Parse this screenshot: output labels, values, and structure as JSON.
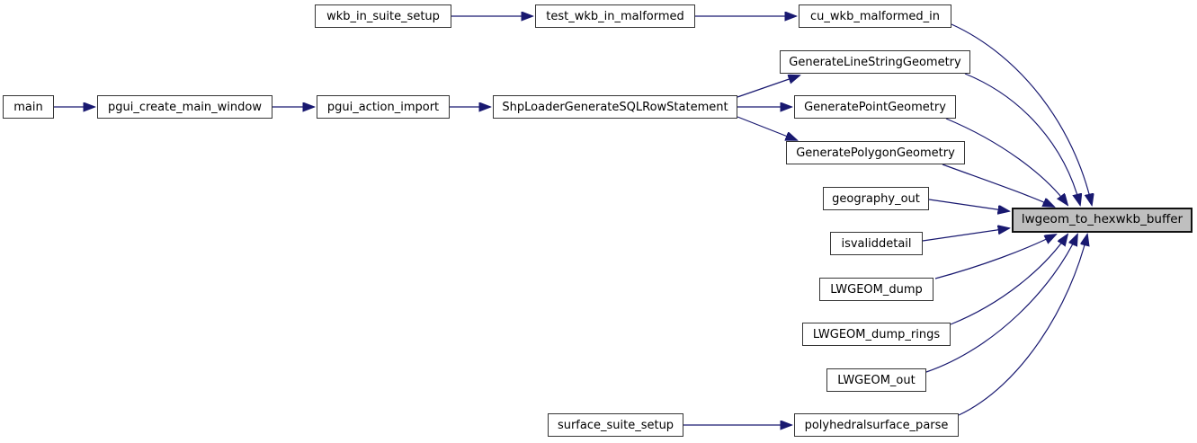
{
  "diagram": {
    "kind": "doxygen-call-graph",
    "focus_function": "lwgeom_to_hexwkb_buffer"
  },
  "colors": {
    "edge": "#191970",
    "node_border": "#353535",
    "node_fill": "#ffffff",
    "focus_fill": "#bfbfbf",
    "focus_border": "#111111",
    "text": "#000000",
    "background": "#ffffff"
  },
  "nodes": [
    {
      "id": "wkb_in_suite_setup",
      "label": "wkb_in_suite_setup"
    },
    {
      "id": "test_wkb_in_malformed",
      "label": "test_wkb_in_malformed"
    },
    {
      "id": "cu_wkb_malformed_in",
      "label": "cu_wkb_malformed_in"
    },
    {
      "id": "main",
      "label": "main"
    },
    {
      "id": "pgui_create_main_window",
      "label": "pgui_create_main_window"
    },
    {
      "id": "pgui_action_import",
      "label": "pgui_action_import"
    },
    {
      "id": "ShpLoaderGenerateSQLRowStatement",
      "label": "ShpLoaderGenerateSQLRowStatement"
    },
    {
      "id": "GenerateLineStringGeometry",
      "label": "GenerateLineStringGeometry"
    },
    {
      "id": "GeneratePointGeometry",
      "label": "GeneratePointGeometry"
    },
    {
      "id": "GeneratePolygonGeometry",
      "label": "GeneratePolygonGeometry"
    },
    {
      "id": "geography_out",
      "label": "geography_out"
    },
    {
      "id": "isvaliddetail",
      "label": "isvaliddetail"
    },
    {
      "id": "LWGEOM_dump",
      "label": "LWGEOM_dump"
    },
    {
      "id": "LWGEOM_dump_rings",
      "label": "LWGEOM_dump_rings"
    },
    {
      "id": "LWGEOM_out",
      "label": "LWGEOM_out"
    },
    {
      "id": "polyhedralsurface_parse",
      "label": "polyhedralsurface_parse"
    },
    {
      "id": "surface_suite_setup",
      "label": "surface_suite_setup"
    },
    {
      "id": "lwgeom_to_hexwkb_buffer",
      "label": "lwgeom_to_hexwkb_buffer",
      "focus": true
    }
  ],
  "edges": [
    {
      "from": "wkb_in_suite_setup",
      "to": "test_wkb_in_malformed"
    },
    {
      "from": "test_wkb_in_malformed",
      "to": "cu_wkb_malformed_in"
    },
    {
      "from": "cu_wkb_malformed_in",
      "to": "lwgeom_to_hexwkb_buffer"
    },
    {
      "from": "main",
      "to": "pgui_create_main_window"
    },
    {
      "from": "pgui_create_main_window",
      "to": "pgui_action_import"
    },
    {
      "from": "pgui_action_import",
      "to": "ShpLoaderGenerateSQLRowStatement"
    },
    {
      "from": "ShpLoaderGenerateSQLRowStatement",
      "to": "GenerateLineStringGeometry"
    },
    {
      "from": "ShpLoaderGenerateSQLRowStatement",
      "to": "GeneratePointGeometry"
    },
    {
      "from": "ShpLoaderGenerateSQLRowStatement",
      "to": "GeneratePolygonGeometry"
    },
    {
      "from": "GenerateLineStringGeometry",
      "to": "lwgeom_to_hexwkb_buffer"
    },
    {
      "from": "GeneratePointGeometry",
      "to": "lwgeom_to_hexwkb_buffer"
    },
    {
      "from": "GeneratePolygonGeometry",
      "to": "lwgeom_to_hexwkb_buffer"
    },
    {
      "from": "geography_out",
      "to": "lwgeom_to_hexwkb_buffer"
    },
    {
      "from": "isvaliddetail",
      "to": "lwgeom_to_hexwkb_buffer"
    },
    {
      "from": "LWGEOM_dump",
      "to": "lwgeom_to_hexwkb_buffer"
    },
    {
      "from": "LWGEOM_dump_rings",
      "to": "lwgeom_to_hexwkb_buffer"
    },
    {
      "from": "LWGEOM_out",
      "to": "lwgeom_to_hexwkb_buffer"
    },
    {
      "from": "polyhedralsurface_parse",
      "to": "lwgeom_to_hexwkb_buffer"
    },
    {
      "from": "surface_suite_setup",
      "to": "polyhedralsurface_parse"
    }
  ]
}
